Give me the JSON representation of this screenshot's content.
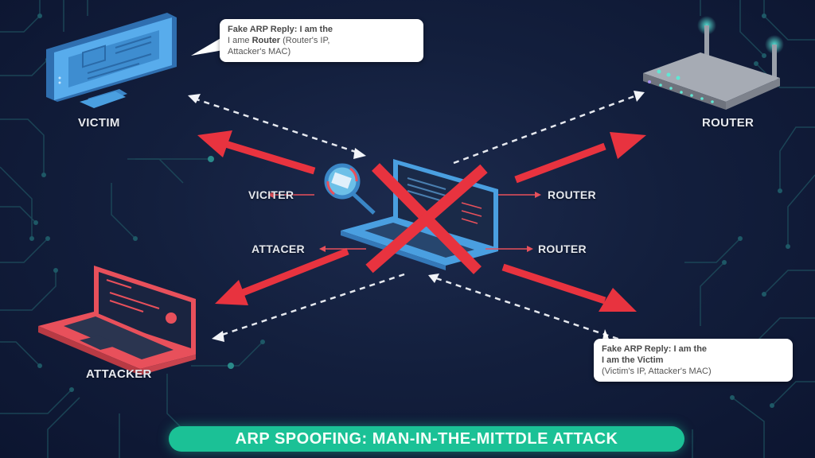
{
  "title": "ARP SPOOFING: MAN-IN-THE-MITTDLE ATTACK",
  "nodes": {
    "victim": {
      "label": "VICTIM",
      "icon": "desktop-monitor-icon"
    },
    "router": {
      "label": "ROUTER",
      "icon": "wifi-router-icon"
    },
    "attacker": {
      "label": "ATTACKER",
      "icon": "attacker-laptop-icon"
    },
    "center": {
      "icon": "laptop-crossed-out-icon"
    }
  },
  "center_labels": {
    "top_left": "VICITER",
    "top_right": "ROUTER",
    "bottom_left": "ATTACER",
    "bottom_right": "ROUTER"
  },
  "bubbles": {
    "router_reply": {
      "line1": "Fake ARP Reply: I am the",
      "line2_prefix": "I ame ",
      "line2_bold": "Router",
      "line2_suffix": " (Router's IP,",
      "line3": "Attacker's MAC)"
    },
    "victim_reply": {
      "line1": "Fake ARP Reply: I am the",
      "line2": "I am the Victim",
      "line3": "(Victim's IP, Attacker's MAC)"
    }
  },
  "colors": {
    "background": "#131f3d",
    "circuit": "#1f5a66",
    "victim_blue": "#4a9fe0",
    "attacker_red": "#e8505b",
    "arrow_red": "#e8333f",
    "router_gray": "#8a8f9a",
    "accent_green": "#1bc196"
  }
}
